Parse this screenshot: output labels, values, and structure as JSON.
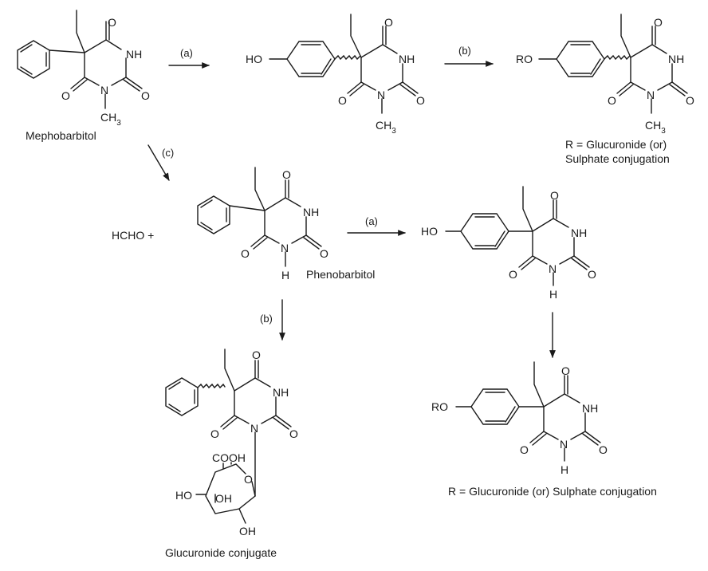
{
  "atoms": {
    "NH": "NH",
    "N": "N",
    "H": "H",
    "O": "O",
    "CH3_main": "CH",
    "CH3_sub": "3",
    "HO": "HO",
    "RO": "RO",
    "COOH": "COOH",
    "OH": "OH"
  },
  "steps": {
    "a": "(a)",
    "b": "(b)",
    "c": "(c)"
  },
  "labels": {
    "mephobarbitol": "Mephobarbitol",
    "phenobarbitol": "Phenobarbitol",
    "hcho": "HCHO +",
    "r_def_top_line1": "R = Glucuronide (or)",
    "r_def_top_line2": "Sulphate conjugation",
    "r_def_bottom": "R = Glucuronide (or) Sulphate conjugation",
    "glucuronide_conjugate": "Glucuronide conjugate"
  }
}
